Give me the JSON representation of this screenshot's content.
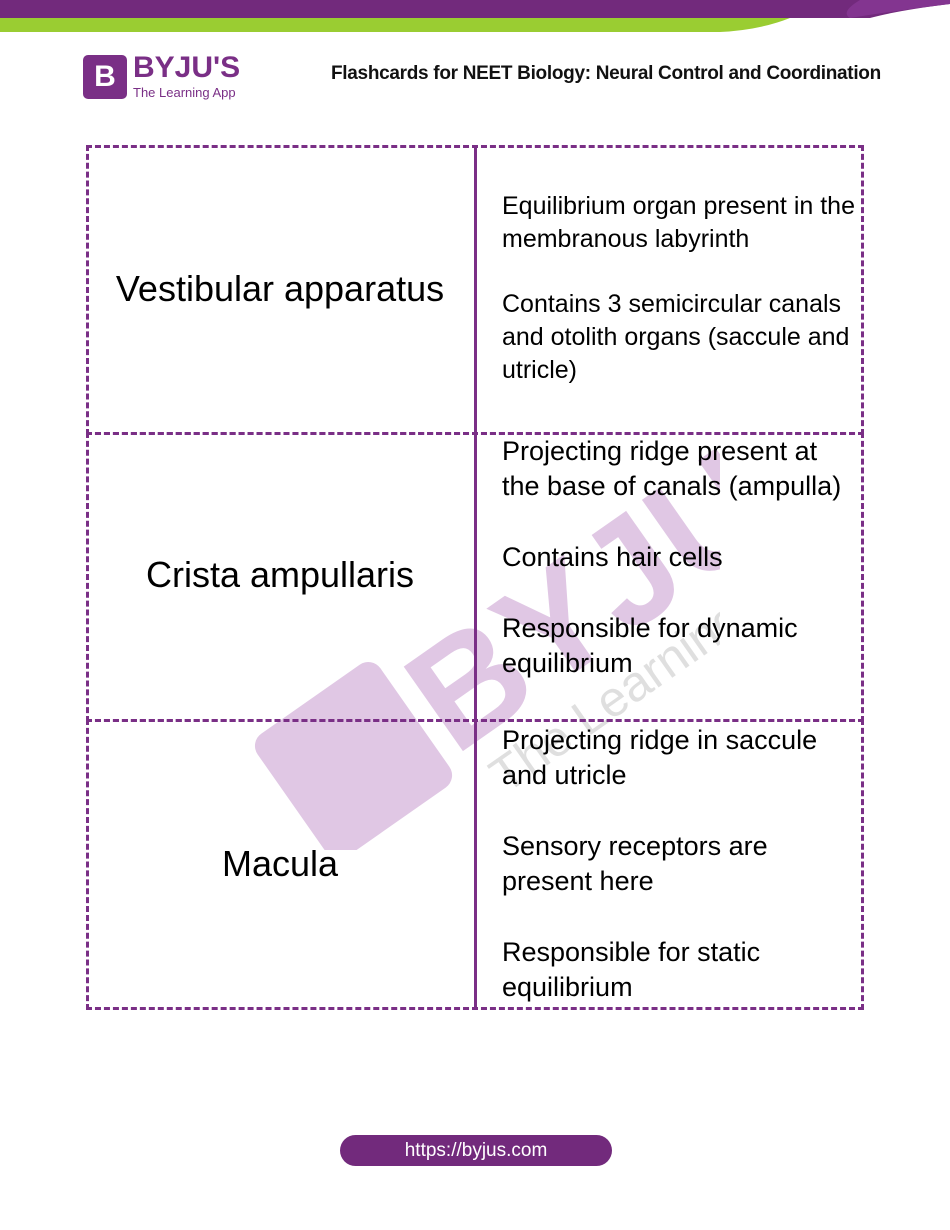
{
  "header": {
    "logo_name": "BYJU'S",
    "logo_tagline": "The Learning App",
    "logo_mark": "B",
    "title": "Flashcards for NEET Biology: Neural Control and Coordination"
  },
  "colors": {
    "purple": "#722a7c",
    "green": "#9acd32"
  },
  "cards": [
    {
      "term": "Vestibular apparatus",
      "definitions": [
        "Equilibrium organ present in the membranous labyrinth",
        "Contains 3 semicircular canals and otolith organs (saccule and utricle)"
      ]
    },
    {
      "term": "Crista ampullaris",
      "definitions": [
        "Projecting ridge present at the base of canals (ampulla)",
        "Contains hair cells",
        "Responsible for dynamic equilibrium"
      ]
    },
    {
      "term": "Macula",
      "definitions": [
        "Projecting ridge in saccule and utricle",
        "Sensory receptors are present here",
        "Responsible for static equilibrium"
      ]
    }
  ],
  "watermark": {
    "name": "BYJU'S",
    "tagline": "The Learning App"
  },
  "footer": {
    "url": "https://byjus.com"
  }
}
